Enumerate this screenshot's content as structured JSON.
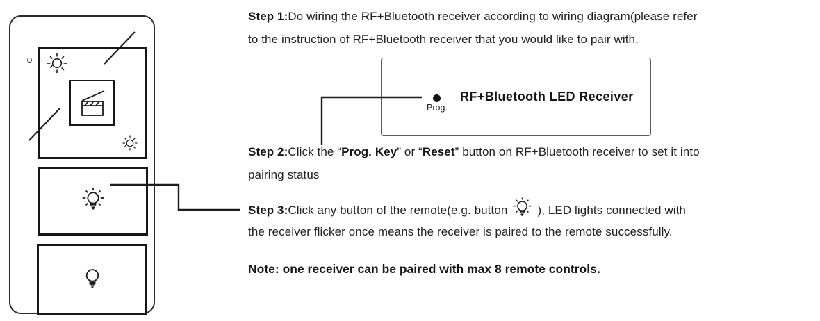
{
  "colors": {
    "ink": "#1f1f1f",
    "receiver_border": "#5a5a5a"
  },
  "remote": {
    "buttons": [
      {
        "name": "scene-brightness-button",
        "icons": [
          "brightness-up-icon",
          "scene-clapperboard-icon",
          "brightness-down-icon"
        ]
      },
      {
        "name": "light-on-button",
        "icons": [
          "bulb-on-icon"
        ]
      },
      {
        "name": "light-off-button",
        "icons": [
          "bulb-off-icon"
        ]
      }
    ]
  },
  "receiver": {
    "label": "RF+Bluetooth LED Receiver",
    "prog_label": "Prog."
  },
  "steps": {
    "step1": {
      "label": "Step 1:",
      "line1": "Do wiring the RF+Bluetooth receiver according to wiring diagram(please refer",
      "line2": "to the instruction of RF+Bluetooth receiver that you would like to pair with."
    },
    "step2": {
      "label": "Step 2:",
      "pre_quote": "Click the “",
      "prog_key": "Prog. Key",
      "mid_quote": "” or “",
      "reset": "Reset",
      "post_quote": "” button on RF+Bluetooth receiver to set it into",
      "line2": "pairing status"
    },
    "step3": {
      "label": "Step 3:",
      "before_icon": "Click any button of the remote(e.g. button",
      "after_icon": "), LED lights connected with",
      "line2": "the receiver flicker once means the receiver is paired to the remote successfully."
    },
    "note": "Note: one receiver can be paired with max 8 remote controls."
  }
}
